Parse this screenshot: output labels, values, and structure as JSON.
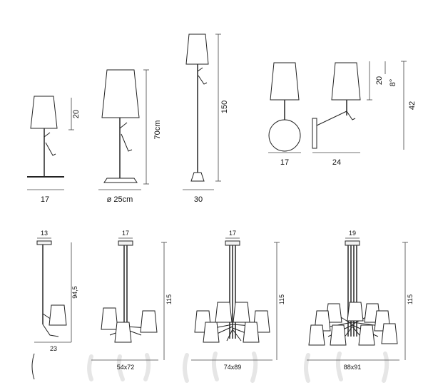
{
  "table_lamp_small": {
    "width": "17",
    "height": "20"
  },
  "table_lamp_large": {
    "width": "ø 25cm",
    "height": "70cm"
  },
  "floor_lamp": {
    "width": "30",
    "height": "150"
  },
  "wall_lamp": {
    "width_front": "17",
    "width_side": "24",
    "shade_height": "20",
    "angle": "8°",
    "total_height": "42"
  },
  "suspension_1": {
    "canopy": "13",
    "width": "23",
    "height": "94,5"
  },
  "suspension_6": {
    "canopy": "17",
    "width": "54x72",
    "height": "115"
  },
  "suspension_8": {
    "canopy": "17",
    "width": "74x89",
    "height": "115"
  },
  "suspension_10": {
    "canopy": "19",
    "width": "88x91",
    "height": "115"
  }
}
